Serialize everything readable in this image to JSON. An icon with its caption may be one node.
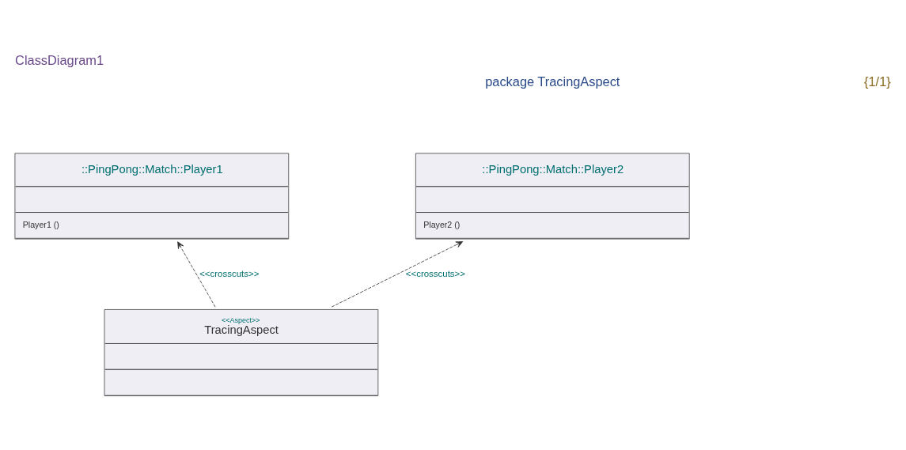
{
  "diagram": {
    "title": "ClassDiagram1",
    "nodes": [
      {
        "text": [
          "::PingPong::Match::Player1",
          "Player1 ()"
        ]
      },
      {
        "text": [
          "::PingPong::Match::Player2",
          "Player2 ()"
        ]
      },
      {
        "text": [
          "<<Aspect>>",
          "TracingAspect"
        ]
      }
    ],
    "edges": [
      {
        "from": 2,
        "to": 0,
        "arrow": "to",
        "style": "dashed",
        "label": "<<crosscuts>>"
      },
      {
        "from": 2,
        "to": 1,
        "arrow": "to",
        "style": "dashed",
        "label": "<<crosscuts>>"
      }
    ],
    "labels": [
      "package TracingAspect",
      "{1/1}"
    ]
  }
}
